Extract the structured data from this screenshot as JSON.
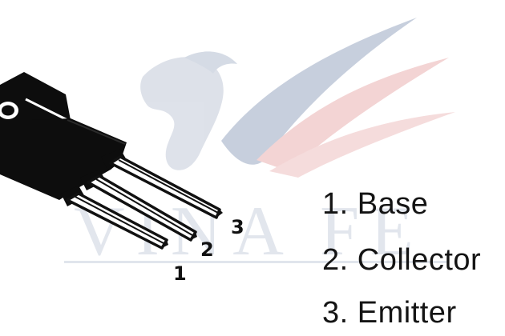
{
  "pins": {
    "pin1": "1",
    "pin2": "2",
    "pin3": "3"
  },
  "legend": {
    "item1": "1. Base",
    "item2": "2. Collector",
    "item3": "3. Emitter"
  },
  "watermark": {
    "text": "VINA FE"
  },
  "colors": {
    "watermark_blue": "#8c9bb6",
    "watermark_red": "#e2a3a3",
    "component_body": "#0d0d0d",
    "lead_fill": "#ffffff",
    "text": "#141414"
  }
}
